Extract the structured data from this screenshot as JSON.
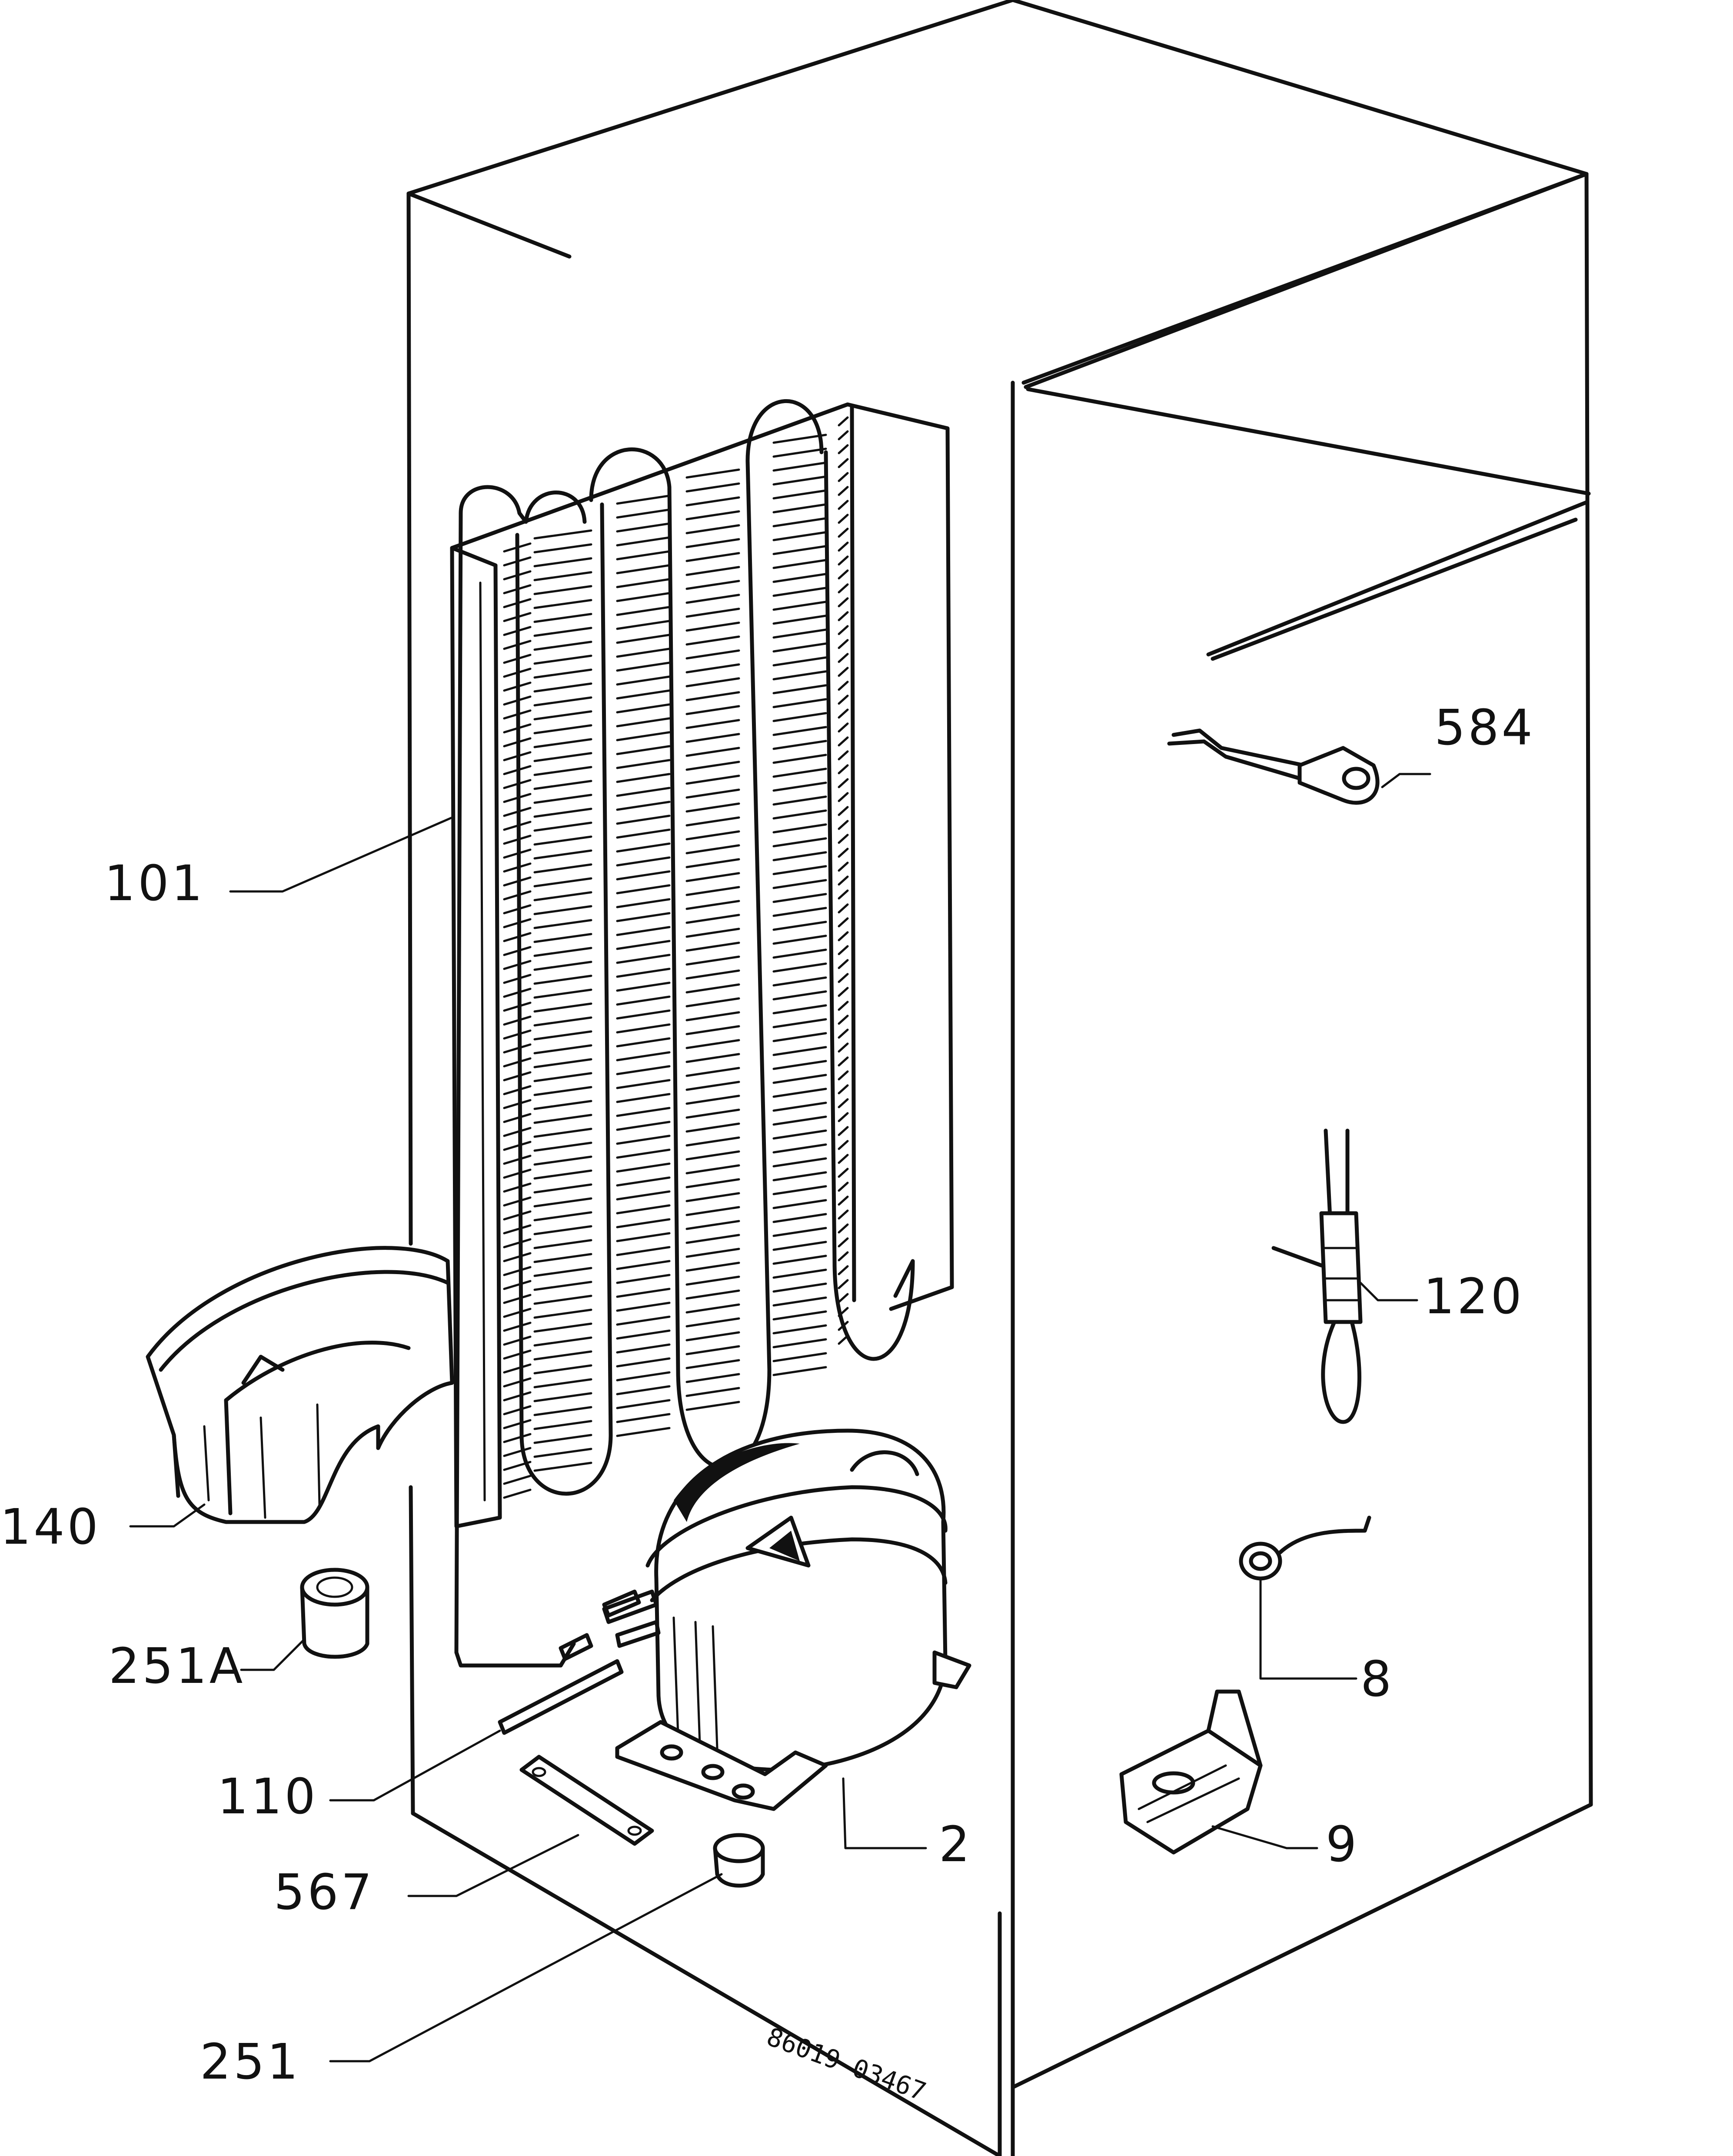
{
  "diagram": {
    "colors": {
      "ink": "#111111",
      "paper": "#ffffff"
    },
    "reference_code": "86019-03467",
    "parts": [
      {
        "id": "p584",
        "label": "584",
        "part": "wire-clip"
      },
      {
        "id": "p101",
        "label": "101",
        "part": "condenser"
      },
      {
        "id": "p120",
        "label": "120",
        "part": "thermostat-sensor"
      },
      {
        "id": "p140",
        "label": "140",
        "part": "drip-tray"
      },
      {
        "id": "p251A",
        "label": "251A",
        "part": "grommet"
      },
      {
        "id": "p8",
        "label": "8",
        "part": "cable-grommet"
      },
      {
        "id": "p110",
        "label": "110",
        "part": "filter-drier"
      },
      {
        "id": "p2",
        "label": "2",
        "part": "compressor"
      },
      {
        "id": "p9",
        "label": "9",
        "part": "terminal-box"
      },
      {
        "id": "p567",
        "label": "567",
        "part": "mounting-plate"
      },
      {
        "id": "p251",
        "label": "251",
        "part": "rubber-foot"
      }
    ]
  }
}
